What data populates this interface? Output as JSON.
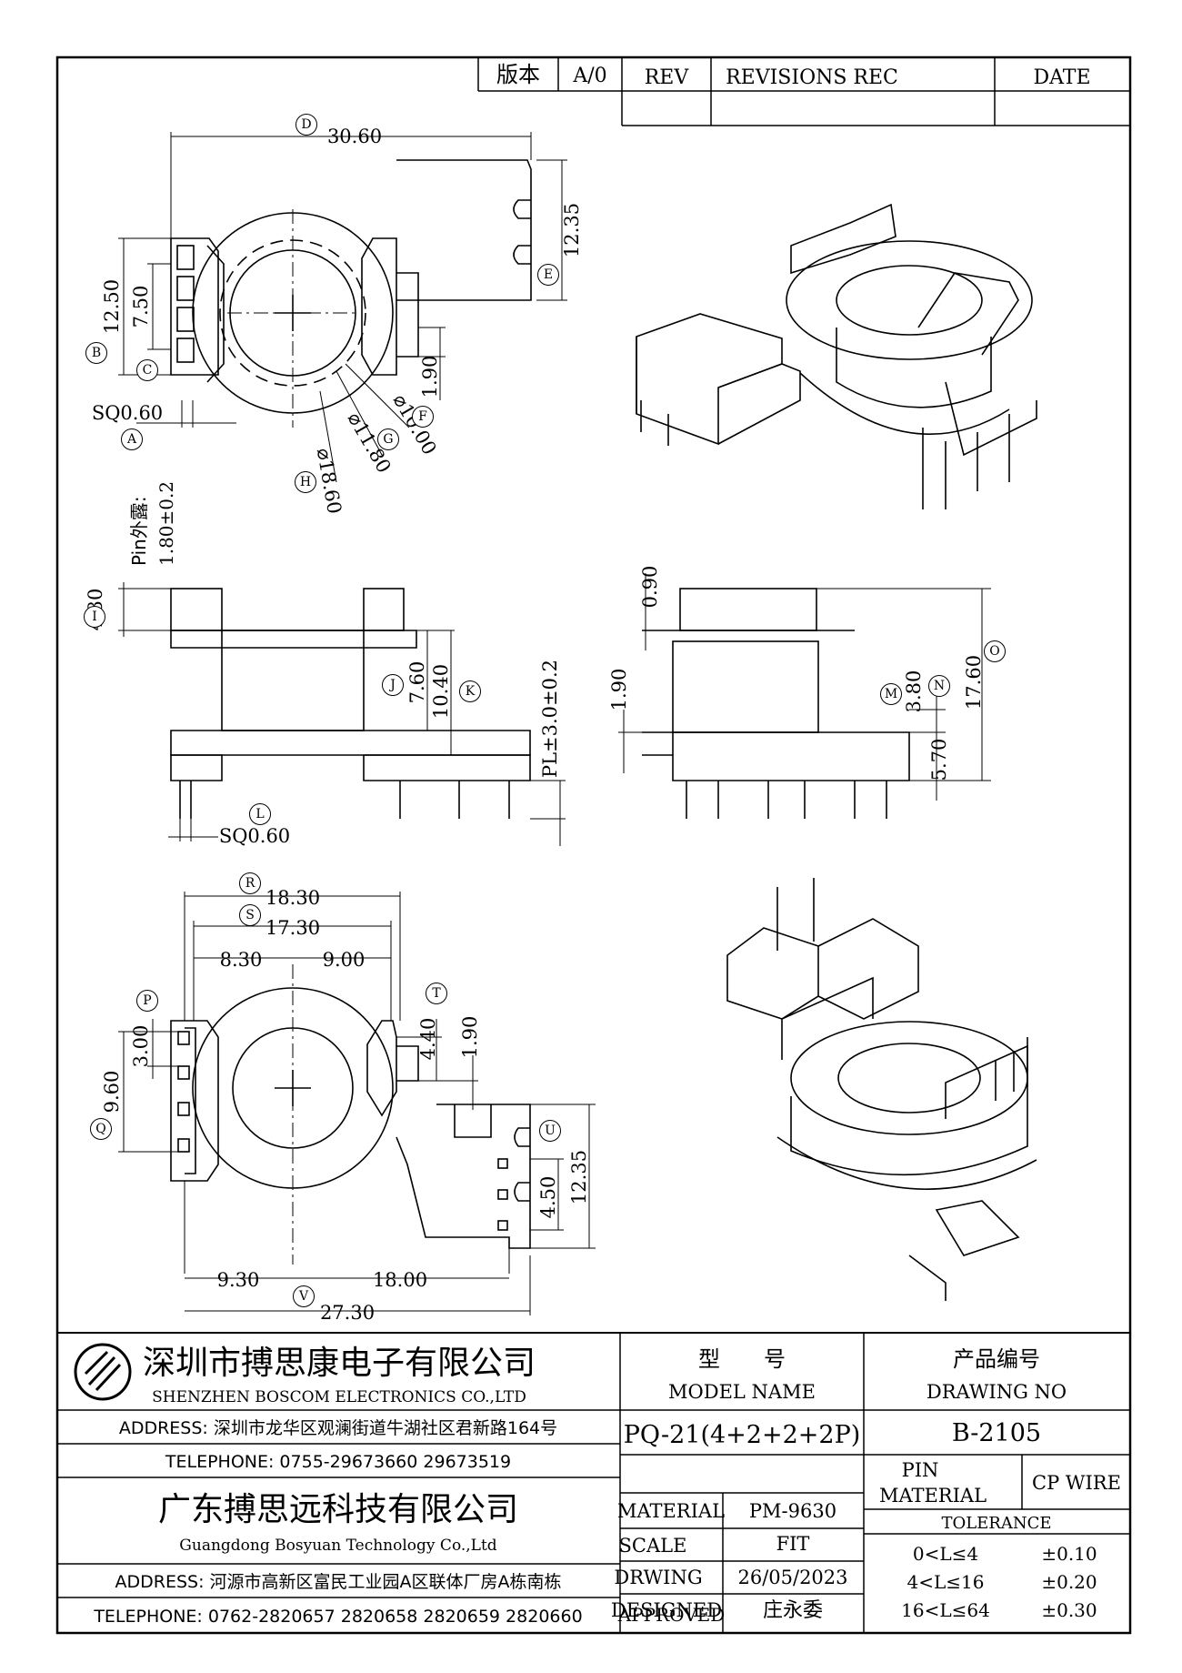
{
  "rev_block": {
    "version_label": "版本",
    "version_value": "A/0",
    "rev_label": "REV",
    "revisions_label": "REVISIONS REC",
    "date_label": "DATE"
  },
  "dims_top": {
    "D": "30.60",
    "E": "12.35",
    "B": "12.50",
    "C": "7.50",
    "pin_space": "1.90",
    "A": "SQ0.60",
    "F": "⌀10.00",
    "G": "⌀11.80",
    "H": "⌀18.60",
    "pin_exposed_label": "Pin外露:",
    "pin_exposed_value": "1.80±0.2"
  },
  "dims_side": {
    "I": "4.30",
    "J": "7.60",
    "K": "10.40",
    "PL": "PL±3.0±0.2",
    "L": "SQ0.60",
    "top_gap": "0.90",
    "left_gap": "1.90",
    "M": "3.80",
    "O": "17.60",
    "N_val": "5.70"
  },
  "dims_bottom": {
    "R": "18.30",
    "S": "17.30",
    "left_half": "8.30",
    "right_half": "9.00",
    "T": "4.40",
    "pin_offset": "1.90",
    "P": "3.00",
    "Q": "9.60",
    "U": "4.50",
    "height": "12.35",
    "bottom_left": "9.30",
    "bottom_right": "18.00",
    "V": "27.30"
  },
  "labels_circle": [
    "A",
    "B",
    "C",
    "D",
    "E",
    "F",
    "G",
    "H",
    "I",
    "J",
    "K",
    "L",
    "M",
    "N",
    "O",
    "P",
    "Q",
    "R",
    "S",
    "T",
    "U",
    "V"
  ],
  "company1": {
    "name_cn": "深圳市搏思康电子有限公司",
    "name_en": "SHENZHEN BOSCOM ELECTRONICS CO.,LTD",
    "address": "ADDRESS: 深圳市龙华区观澜街道牛湖社区君新路164号",
    "telephone": "TELEPHONE: 0755-29673660 29673519"
  },
  "company2": {
    "name_cn": "广东搏思远科技有限公司",
    "name_en": "Guangdong Bosyuan Technology Co.,Ltd",
    "address": "ADDRESS: 河源市高新区富民工业园A区联体厂房A栋南栋",
    "telephone": "TELEPHONE: 0762-2820657 2820658 2820659 2820660"
  },
  "title_block": {
    "model_cn": "型　　号",
    "model_en": "MODEL NAME",
    "model_value": "PQ-21(4+2+2+2P)",
    "drawing_cn": "产品编号",
    "drawing_en": "DRAWING NO",
    "drawing_value": "B-2105",
    "material_label": "MATERIAL",
    "material_value": "PM-9630",
    "scale_label": "SCALE",
    "scale_value": "FIT",
    "drawing_label": "DRWING",
    "drawing_date": "26/05/2023",
    "designed_label": "DESIGNED",
    "designed_value": "庄永委",
    "approved_label": "APPROVED",
    "pin_material_label1": "PIN",
    "pin_material_label2": "MATERIAL",
    "pin_material_value": "CP WIRE",
    "tolerance_label": "TOLERANCE",
    "tol_rows": [
      {
        "range": "0<L≤4",
        "value": "±0.10"
      },
      {
        "range": "4<L≤16",
        "value": "±0.20"
      },
      {
        "range": "16<L≤64",
        "value": "±0.30"
      }
    ]
  }
}
